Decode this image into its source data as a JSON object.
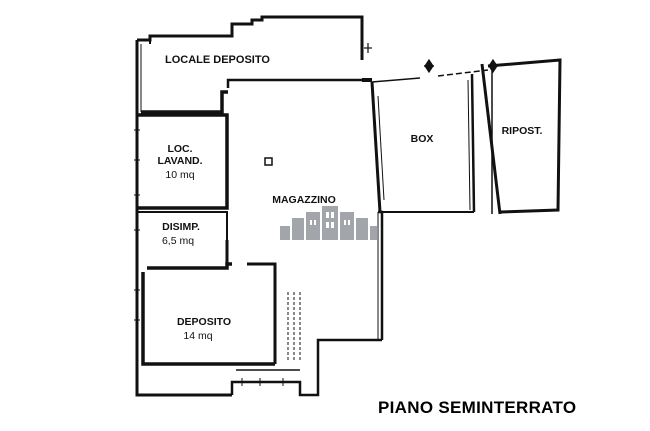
{
  "plan_title": "PIANO SEMINTERRATO",
  "rooms": {
    "locale_deposito": {
      "name": "LOCALE DEPOSITO"
    },
    "loc_lavand": {
      "name_line1": "LOC.",
      "name_line2": "LAVAND.",
      "area": "10 mq"
    },
    "disimp": {
      "name": "DISIMP.",
      "area": "6,5 mq"
    },
    "deposito": {
      "name": "DEPOSITO",
      "area": "14 mq"
    },
    "magazzino": {
      "name": "MAGAZZINO"
    },
    "box": {
      "name": "BOX"
    },
    "ripost": {
      "name": "RIPOST."
    }
  },
  "colors": {
    "wall": "#111111",
    "watermark": "#8c9095"
  }
}
